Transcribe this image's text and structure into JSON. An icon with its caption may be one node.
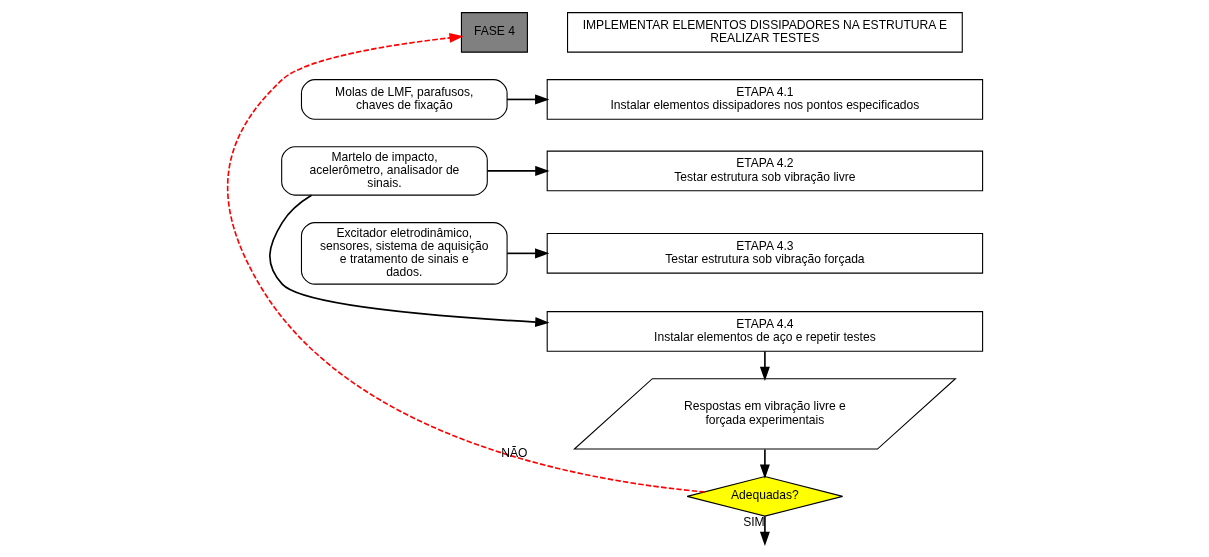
{
  "diagram": {
    "nodes": [
      {
        "text": [
          "FASE 4"
        ]
      },
      {
        "text": [
          "IMPLEMENTAR ELEMENTOS DISSIPADORES NA ESTRUTURA E REALIZAR TESTES"
        ]
      },
      {
        "text": [
          "ETAPA 4.1",
          "Instalar elementos dissipadores nos pontos especificados"
        ]
      },
      {
        "text": [
          "ETAPA 4.2",
          "Testar estrutura sob vibração livre"
        ]
      },
      {
        "text": [
          "ETAPA 4.3",
          "Testar estrutura sob vibração forçada"
        ]
      },
      {
        "text": [
          "ETAPA 4.4",
          "Instalar elementos de aço e repetir testes"
        ]
      },
      {
        "text": [
          "Molas de LMF, parafusos, chaves de fixação"
        ]
      },
      {
        "text": [
          "Martelo de impacto, acelerômetro, analisador de sinais."
        ]
      },
      {
        "text": [
          "Excitador eletrodinâmico, sensores, sistema de aquisição e tratamento de sinais e dados."
        ]
      },
      {
        "text": [
          "Respostas em vibração livre e forçada experimentais"
        ]
      },
      {
        "text": [
          "Adequadas?"
        ]
      }
    ],
    "edges": [
      {
        "from": 6,
        "to": 2,
        "arrow": "to"
      },
      {
        "from": 7,
        "to": 3,
        "arrow": "to"
      },
      {
        "from": 8,
        "to": 4,
        "arrow": "to"
      },
      {
        "from": 7,
        "to": 5,
        "arrow": "to"
      },
      {
        "from": 5,
        "to": 9,
        "arrow": "to"
      },
      {
        "from": 9,
        "to": 10,
        "arrow": "to"
      },
      {
        "from": 10,
        "to": 0,
        "arrow": "to",
        "label": "NÃO",
        "style": "dashed",
        "color": "#ff0000"
      },
      {
        "from": 10,
        "to": null,
        "arrow": "to",
        "label": "SIM"
      }
    ]
  }
}
